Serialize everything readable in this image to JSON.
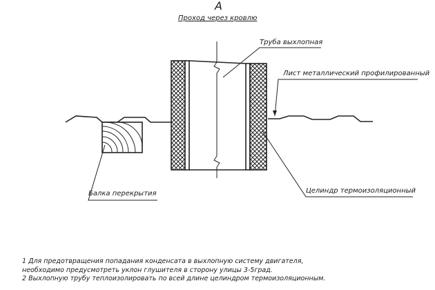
{
  "section_letter": "A",
  "title": "Проход через кровлю",
  "labels": {
    "exhaust_pipe": "Труба выхлопная",
    "metal_sheet": "Лист металлический профилированный",
    "beam": "Балка перекрытия",
    "cylinder": "Целиндр термоизоляционный"
  },
  "notes": [
    "1 Для предотвращения попадания конденсата в выхлопную систему двигателя,",
    "необходимо предусмотреть уклон глушителя в сторону улицы 3-5град.",
    "2 Выхлопную трубу теплоизолировать по всей длине целиндром термоизоляционным."
  ]
}
